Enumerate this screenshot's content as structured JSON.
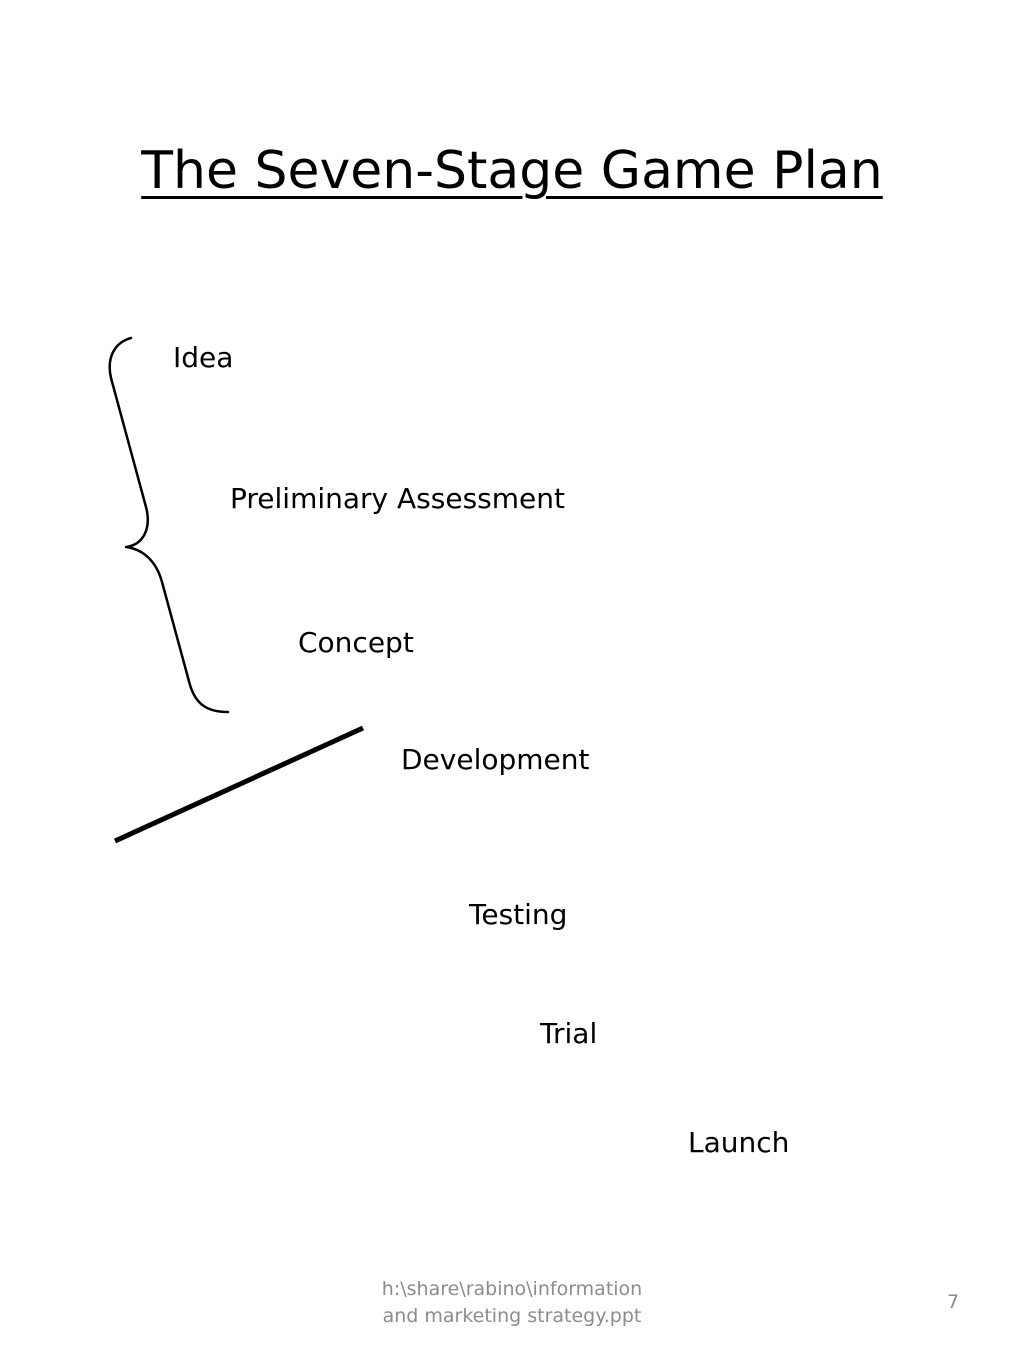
{
  "slide": {
    "title": "The Seven-Stage Game Plan",
    "stages": [
      "Idea",
      "Preliminary Assessment",
      "Concept",
      "Development",
      "Testing",
      "Trial",
      "Launch"
    ]
  },
  "footer": {
    "file_line1": "h:\\share\\rabino\\information",
    "file_line2": "and marketing strategy.ppt",
    "page_number": "7"
  },
  "colors": {
    "text": "#000000",
    "footer_text": "#8c8c8c",
    "background": "#ffffff"
  }
}
